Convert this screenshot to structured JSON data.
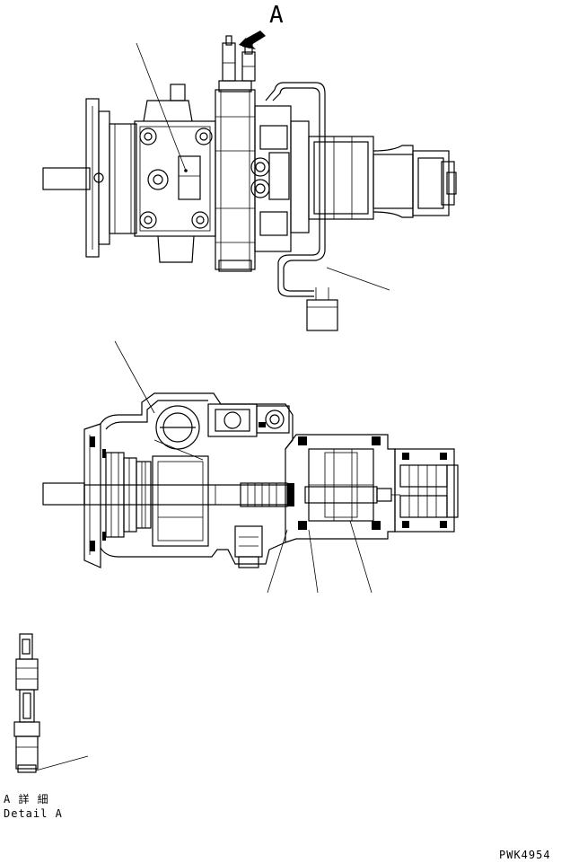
{
  "view_letter": "A",
  "detail_caption_jp": "A 詳 細",
  "detail_caption_en": "Detail A",
  "drawing_number": "PWK4954"
}
